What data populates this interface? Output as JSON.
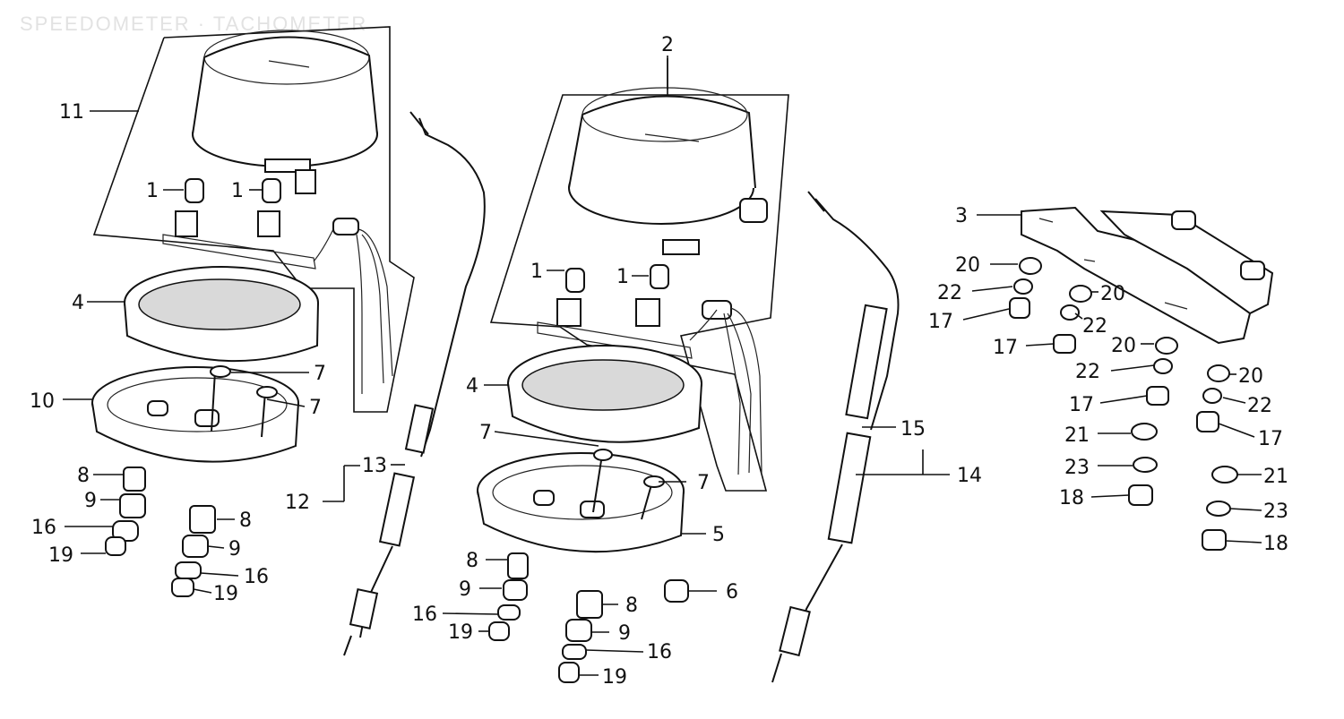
{
  "title": "SPEEDOMETER · TACHOMETER",
  "callouts": [
    {
      "id": "c11",
      "text": "11"
    },
    {
      "id": "c1a",
      "text": "1"
    },
    {
      "id": "c1b",
      "text": "1"
    },
    {
      "id": "c4a",
      "text": "4"
    },
    {
      "id": "c7a",
      "text": "7"
    },
    {
      "id": "c7b",
      "text": "7"
    },
    {
      "id": "c10",
      "text": "10"
    },
    {
      "id": "c8a",
      "text": "8"
    },
    {
      "id": "c9a",
      "text": "9"
    },
    {
      "id": "c16a",
      "text": "16"
    },
    {
      "id": "c19a",
      "text": "19"
    },
    {
      "id": "c8b",
      "text": "8"
    },
    {
      "id": "c9b",
      "text": "9"
    },
    {
      "id": "c16b",
      "text": "16"
    },
    {
      "id": "c19b",
      "text": "19"
    },
    {
      "id": "c13",
      "text": "13"
    },
    {
      "id": "c12",
      "text": "12"
    },
    {
      "id": "c2",
      "text": "2"
    },
    {
      "id": "c1c",
      "text": "1"
    },
    {
      "id": "c1d",
      "text": "1"
    },
    {
      "id": "c4b",
      "text": "4"
    },
    {
      "id": "c7c",
      "text": "7"
    },
    {
      "id": "c7d",
      "text": "7"
    },
    {
      "id": "c5",
      "text": "5"
    },
    {
      "id": "c8c",
      "text": "8"
    },
    {
      "id": "c9c",
      "text": "9"
    },
    {
      "id": "c16c",
      "text": "16"
    },
    {
      "id": "c19c",
      "text": "19"
    },
    {
      "id": "c8d",
      "text": "8"
    },
    {
      "id": "c9d",
      "text": "9"
    },
    {
      "id": "c16d",
      "text": "16"
    },
    {
      "id": "c19d",
      "text": "19"
    },
    {
      "id": "c6",
      "text": "6"
    },
    {
      "id": "c15",
      "text": "15"
    },
    {
      "id": "c14",
      "text": "14"
    },
    {
      "id": "c3",
      "text": "3"
    },
    {
      "id": "c20a",
      "text": "20"
    },
    {
      "id": "c22a",
      "text": "22"
    },
    {
      "id": "c17a",
      "text": "17"
    },
    {
      "id": "c20b",
      "text": "20"
    },
    {
      "id": "c22b",
      "text": "22"
    },
    {
      "id": "c17b",
      "text": "17"
    },
    {
      "id": "c20c",
      "text": "20"
    },
    {
      "id": "c22c",
      "text": "22"
    },
    {
      "id": "c17c",
      "text": "17"
    },
    {
      "id": "c21a",
      "text": "21"
    },
    {
      "id": "c23a",
      "text": "23"
    },
    {
      "id": "c18a",
      "text": "18"
    },
    {
      "id": "c20d",
      "text": "20"
    },
    {
      "id": "c22d",
      "text": "22"
    },
    {
      "id": "c17d",
      "text": "17"
    },
    {
      "id": "c21b",
      "text": "21"
    },
    {
      "id": "c23b",
      "text": "23"
    },
    {
      "id": "c18b",
      "text": "18"
    }
  ]
}
